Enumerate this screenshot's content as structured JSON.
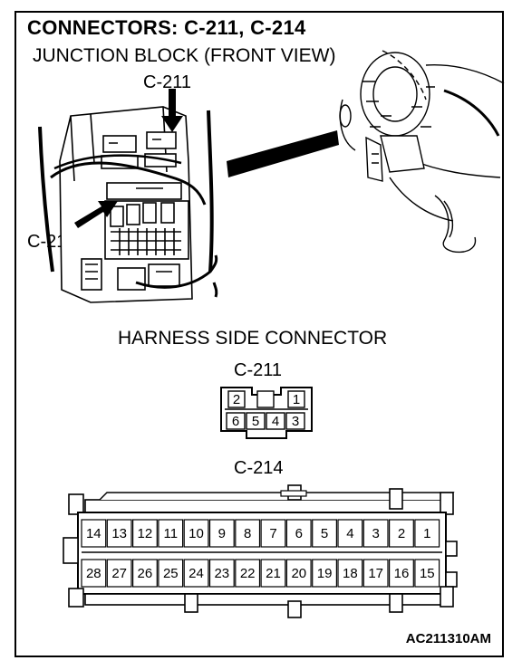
{
  "header": {
    "title": "CONNECTORS: C-211, C-214",
    "subtitle": "JUNCTION BLOCK (FRONT VIEW)"
  },
  "illustration": {
    "callout_c211": "C-211",
    "callout_c214": "C-214"
  },
  "harness": {
    "title": "HARNESS SIDE CONNECTOR",
    "c211": {
      "name": "C-211",
      "top_row": [
        "2",
        "",
        "1"
      ],
      "bottom_row": [
        "6",
        "5",
        "4",
        "3"
      ]
    },
    "c214": {
      "name": "C-214",
      "top_row": [
        "14",
        "13",
        "12",
        "11",
        "10",
        "9",
        "8",
        "7",
        "6",
        "5",
        "4",
        "3",
        "2",
        "1"
      ],
      "bottom_row": [
        "28",
        "27",
        "26",
        "25",
        "24",
        "23",
        "22",
        "21",
        "20",
        "19",
        "18",
        "17",
        "16",
        "15"
      ]
    }
  },
  "footer": {
    "figure_code": "AC211310AM"
  }
}
